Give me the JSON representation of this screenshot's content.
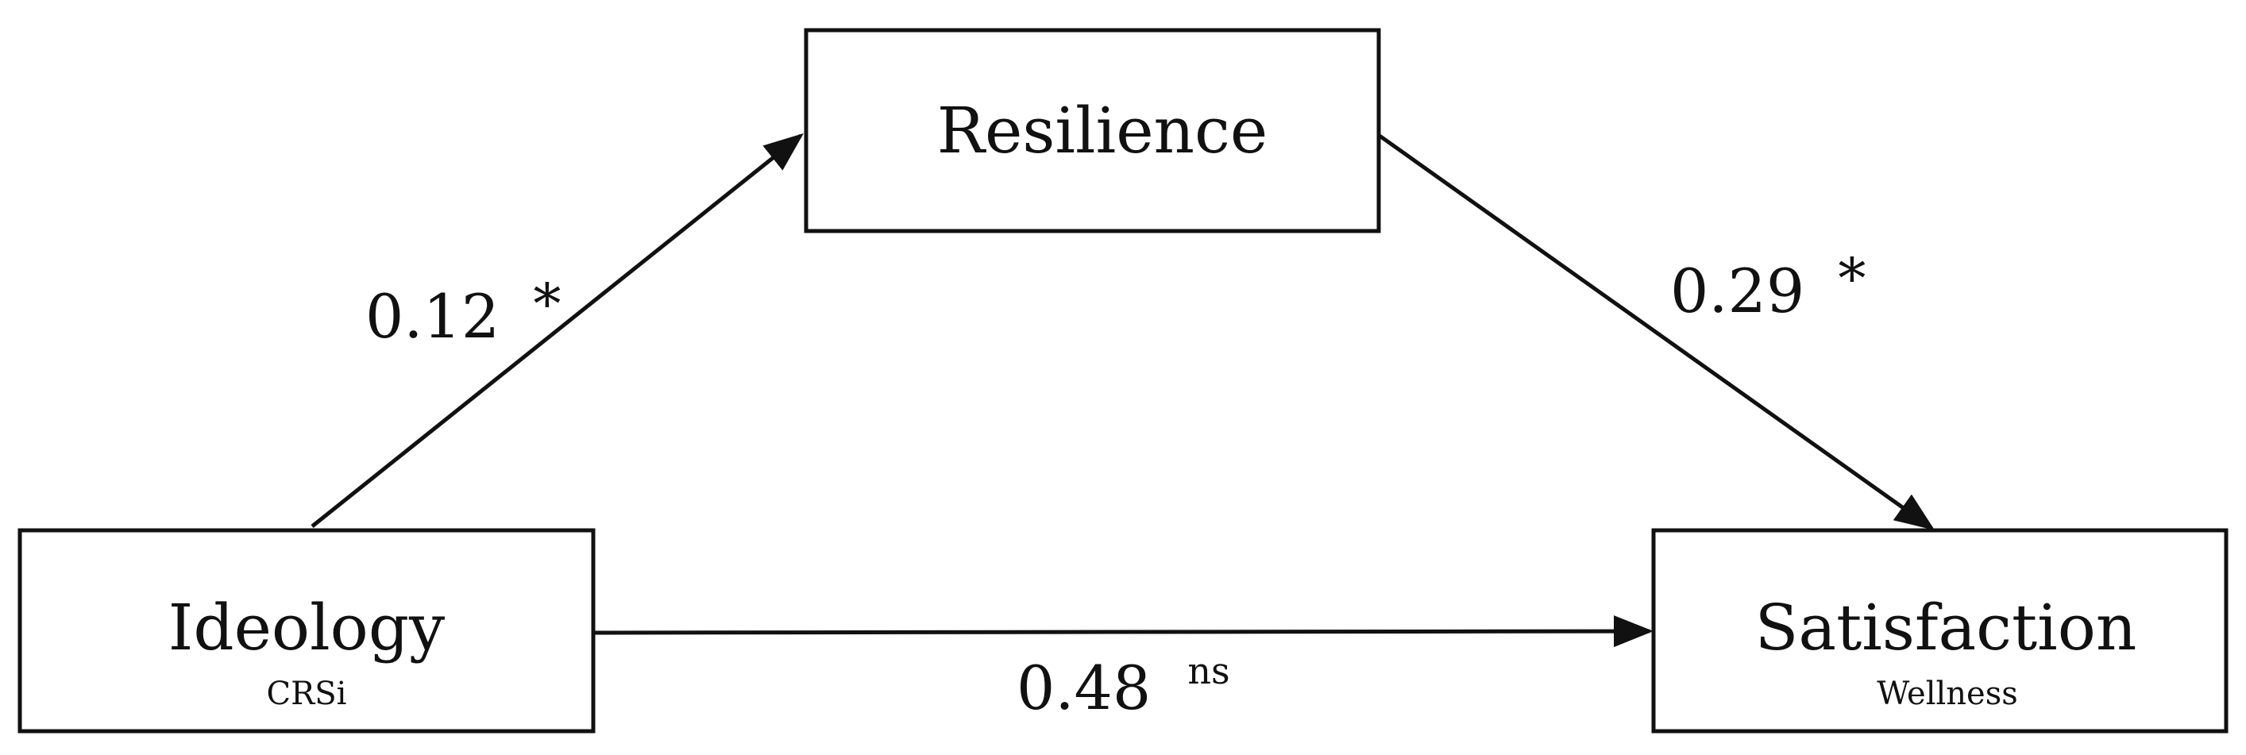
{
  "nodes": {
    "resilience": {
      "label": "Resilience"
    },
    "ideology": {
      "label": "Ideology",
      "sublabel": "CRSi"
    },
    "satisfaction": {
      "label": "Satisfaction",
      "sublabel": "Wellness"
    }
  },
  "edges": {
    "ideology_to_resilience": {
      "coefficient": "0.12",
      "significance": "*"
    },
    "resilience_to_satisfaction": {
      "coefficient": "0.29",
      "significance": "*"
    },
    "ideology_to_satisfaction": {
      "coefficient": "0.48",
      "significance": "ns"
    }
  },
  "colors": {
    "stroke": "#111111",
    "background": "#ffffff"
  }
}
